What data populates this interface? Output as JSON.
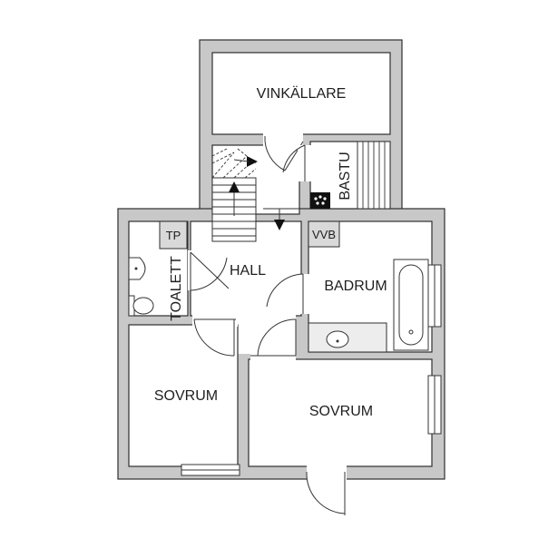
{
  "rooms": {
    "wine_cellar": "VINKÄLLARE",
    "sauna": "BASTU",
    "toilet": "TOALETT",
    "hall": "HALL",
    "bathroom": "BADRUM",
    "bedroom_left": "SOVRUM",
    "bedroom_right": "SOVRUM"
  },
  "fixtures": {
    "tp": "TP",
    "vvb": "VVB"
  },
  "colors": {
    "wall": "#c8c8c8",
    "outline": "#2e2e2e",
    "floor": "#ffffff"
  }
}
